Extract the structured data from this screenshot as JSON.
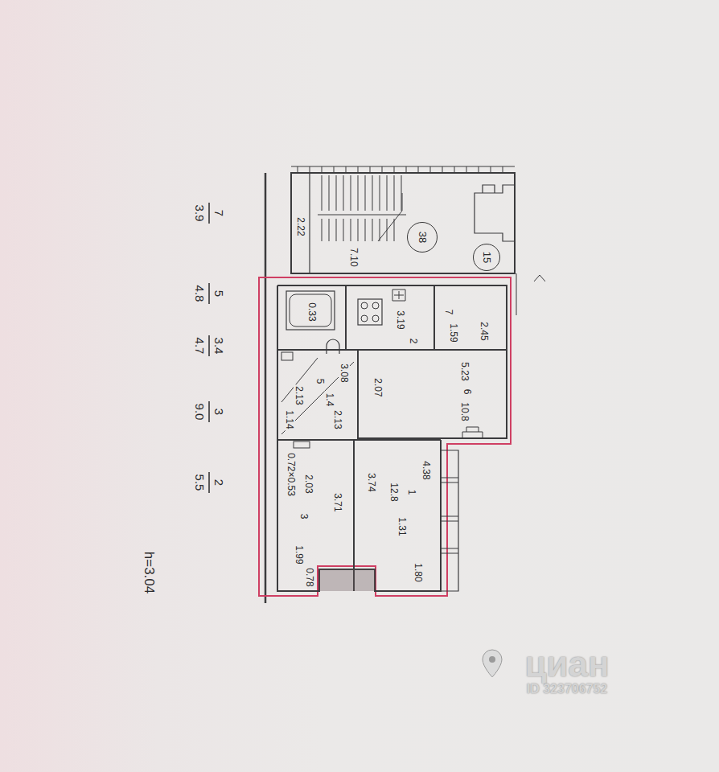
{
  "diagram": {
    "nodes": [
      {
        "text": [
          "2.22",
          "7.10"
        ]
      },
      {
        "text": [
          "38"
        ],
        "in": 0
      },
      {
        "text": [
          "15"
        ]
      },
      {
        "text": [
          "0.33"
        ]
      },
      {
        "text": [
          "3.19",
          "2"
        ]
      },
      {
        "text": [
          "7",
          "1.59",
          "2.45"
        ]
      },
      {
        "text": [
          "3.08",
          "5",
          "1.4",
          "2.13",
          "1.14",
          "2.13"
        ]
      },
      {
        "text": [
          "5.23",
          "6",
          "10.8",
          "2.07"
        ]
      },
      {
        "text": [
          "0.72×0.53",
          "2.03",
          "3",
          "3.71",
          "1.99",
          "0.78"
        ]
      },
      {
        "text": [
          "3.74",
          "4.38",
          "1",
          "12.8",
          "1.31",
          "1.80"
        ]
      }
    ],
    "labels": [
      "7",
      "3.9",
      "5",
      "4.8",
      "3.4",
      "4.7",
      "3",
      "9.0",
      "2",
      "5.5",
      "h=3.04",
      "циан",
      "ID 323706752"
    ]
  }
}
